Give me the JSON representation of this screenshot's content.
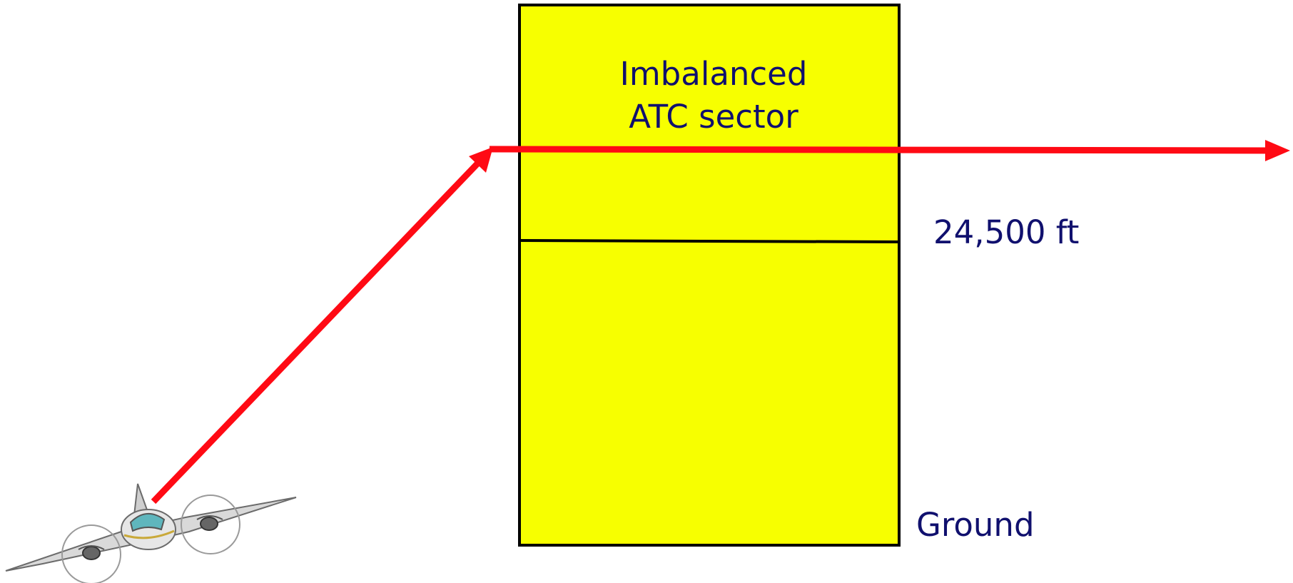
{
  "sector": {
    "title_line1": "Imbalanced",
    "title_line2": "ATC sector",
    "fill_color": "#f7ff00",
    "border_color": "#000000"
  },
  "altitude_label": "24,500 ft",
  "ground_label": "Ground",
  "flight_path": {
    "color": "#ff0a14"
  },
  "aircraft": {
    "icon": "twin-propeller-airplane-icon"
  },
  "text_color": "#10106e"
}
